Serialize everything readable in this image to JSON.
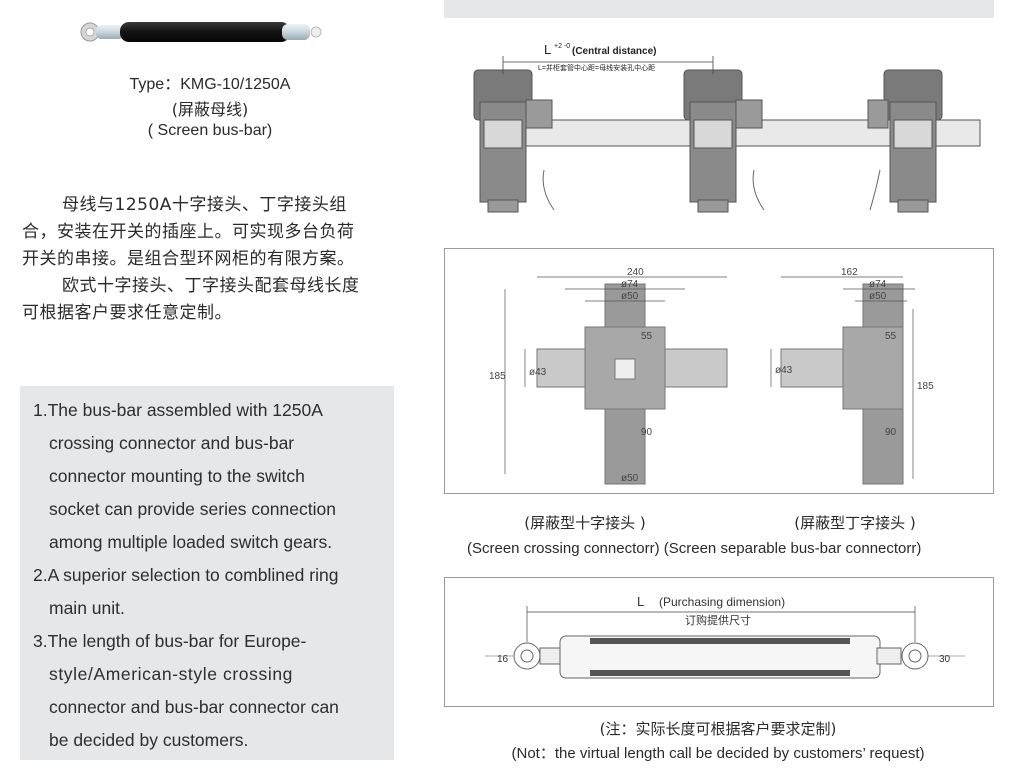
{
  "product": {
    "type_line": "Type：KMG-10/1250A",
    "name_cn": "(屏蔽母线)",
    "name_en": "( Screen bus-bar)"
  },
  "description_cn": [
    "母线与1250A十字接头、丁字接头组",
    "合，安装在开关的插座上。可实现多台负荷",
    "开关的串接。是组合型环网柜的有限方案。",
    "欧式十字接头、丁字接头配套母线长度",
    "可根据客户要求任意定制。"
  ],
  "features": [
    {
      "num": "1.",
      "lines": [
        "The bus-bar assembled with 1250A",
        "crossing connector and bus-bar",
        "connector mounting to the switch",
        "socket can provide series connection",
        "among multiple loaded switch gears."
      ]
    },
    {
      "num": "2.",
      "lines": [
        "A superior selection to comblined ring",
        "main unit."
      ]
    },
    {
      "num": "3.",
      "lines": [
        "The length of bus-bar for Europe-",
        "style/American-style crossing",
        "connector and bus-bar connector can",
        "be decided by customers."
      ]
    }
  ],
  "assembly": {
    "dim_label": "L",
    "tol": "+2 -0",
    "central_distance": "(Central distance)",
    "note_cn": "L=并柜套管中心距=母线安装孔中心距"
  },
  "connectors": {
    "cross": {
      "dims": [
        "240",
        "ø74",
        "ø50",
        "55",
        "185",
        "ø43",
        "90",
        "ø50"
      ],
      "caption_cn": "(屏蔽型十字接头 )",
      "caption_en": "(Screen crossing connectorr)"
    },
    "tee": {
      "dims": [
        "162",
        "ø74",
        "ø50",
        "55",
        "ø43",
        "185",
        "90"
      ],
      "caption_cn": "(屏蔽型丁字接头 )",
      "caption_en": "(Screen separable bus-bar  connectorr)"
    }
  },
  "busbar_drawing": {
    "dim_label": "L",
    "purchasing": "(Purchasing dimension)",
    "purchasing_cn": "订购提供尺寸",
    "left_dim": "16",
    "right_dim": "30",
    "note_cn": "(注：实际长度可根据客户要求定制)",
    "note_en": "(Not：the virtual length call be decided by customers’ request)"
  },
  "colors": {
    "panel_gray": "#e6e7e8",
    "sleeve": "#1a1a1a",
    "rod": "#d9e3ea",
    "casting": "#6e6e6e"
  }
}
